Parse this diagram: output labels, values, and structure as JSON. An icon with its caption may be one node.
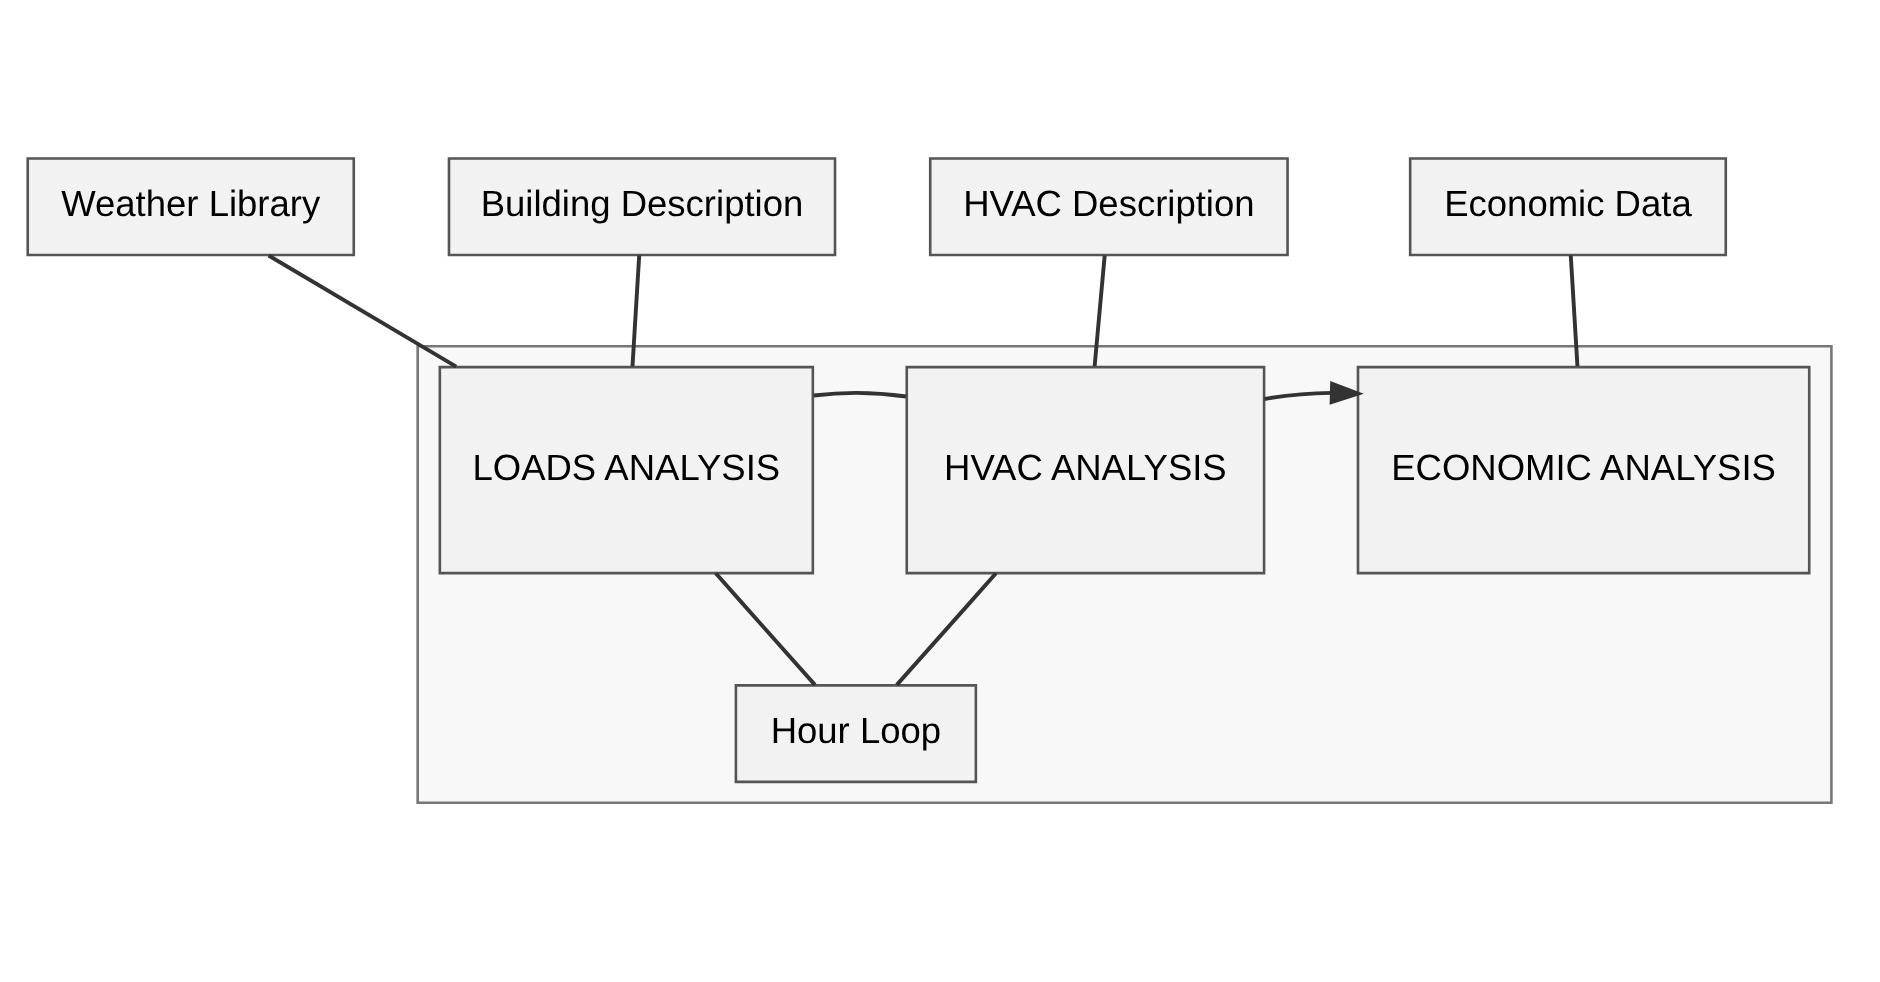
{
  "diagram": {
    "nodes": [
      {
        "text": [
          "Building Description"
        ]
      },
      {
        "text": [
          "HVAC Description"
        ]
      },
      {
        "text": [
          "Economic Data"
        ]
      },
      {
        "text": [
          "Weather Library"
        ]
      },
      {
        "text": [],
        "shape": "box"
      },
      {
        "text": [
          "LOADS ANALYSIS"
        ],
        "in": 4
      },
      {
        "text": [
          "HVAC ANALYSIS"
        ],
        "in": 4
      },
      {
        "text": [
          "ECONOMIC ANALYSIS"
        ],
        "in": 4
      },
      {
        "text": [
          "Hour Loop"
        ],
        "in": 4
      }
    ],
    "edges": [
      {
        "from": 0,
        "to": 5,
        "arrow": "none"
      },
      {
        "from": 3,
        "to": 5,
        "arrow": "none"
      },
      {
        "from": 1,
        "to": 6,
        "arrow": "none"
      },
      {
        "from": 2,
        "to": 7,
        "arrow": "none"
      },
      {
        "from": 5,
        "to": 6,
        "arrow": "none"
      },
      {
        "from": 6,
        "to": 7,
        "arrow": "to"
      },
      {
        "from": 5,
        "to": 8,
        "arrow": "none"
      },
      {
        "from": 6,
        "to": 8,
        "arrow": "none"
      }
    ]
  }
}
